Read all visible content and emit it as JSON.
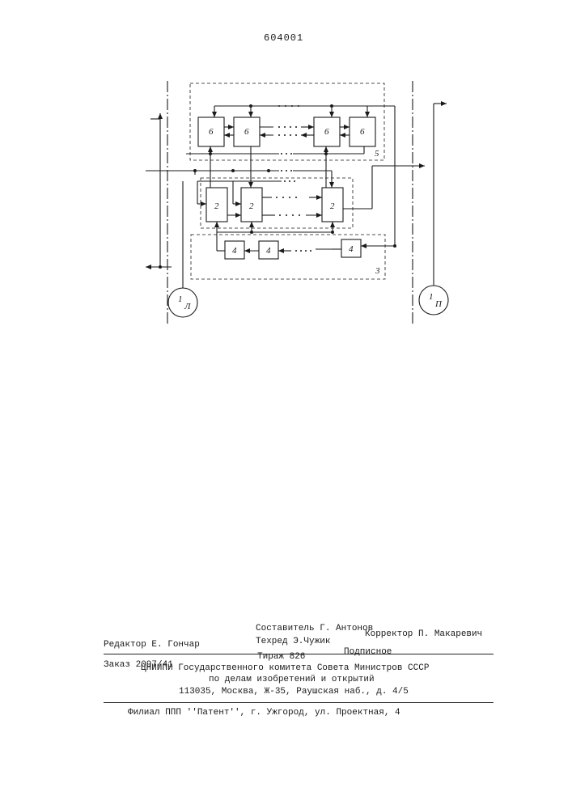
{
  "page_number": "604001",
  "diagram": {
    "labels": {
      "block_6": "6",
      "block_2": "2",
      "block_4": "4",
      "group_5": "5",
      "group_3": "3",
      "left_1": "1",
      "left_sub": "Л",
      "right_1": "1",
      "right_sub": "П"
    }
  },
  "colophon": {
    "editor": "Редактор Е. Гончар",
    "compiler": "Составитель Г. Антонов",
    "techred": "Техред Э.Чужик",
    "corrector": "Корректор П. Макаревич",
    "order": "Заказ 2097/41",
    "circulation": "Тираж 826",
    "subscription": "Подписное",
    "institute": "ЦНИИПИ Государственного комитета Совета Министров СССР",
    "affairs": "по делам изобретений и открытий",
    "address": "113035, Москва, Ж-35, Раушская наб., д. 4/5",
    "branch": "Филиал ППП ''Патент'', г. Ужгород, ул. Проектная, 4"
  }
}
